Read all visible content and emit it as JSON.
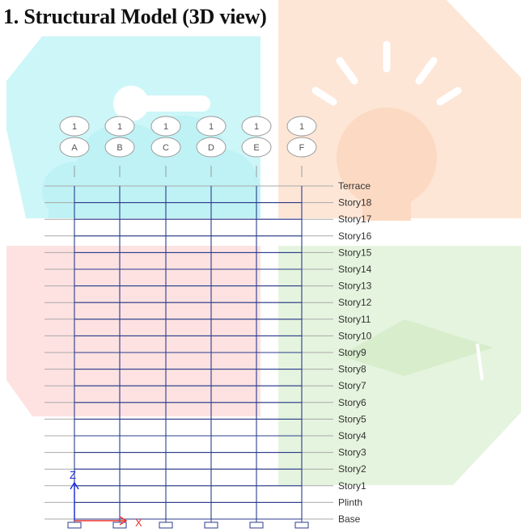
{
  "page": {
    "title": "1. Structural Model (3D view)"
  },
  "model": {
    "grid_ids": [
      {
        "number": "1",
        "letter": "A"
      },
      {
        "number": "1",
        "letter": "B"
      },
      {
        "number": "1",
        "letter": "C"
      },
      {
        "number": "1",
        "letter": "D"
      },
      {
        "number": "1",
        "letter": "E"
      },
      {
        "number": "1",
        "letter": "F"
      }
    ],
    "stories": [
      "Terrace",
      "Story18",
      "Story17",
      "Story16",
      "Story15",
      "Story14",
      "Story13",
      "Story12",
      "Story11",
      "Story10",
      "Story9",
      "Story8",
      "Story7",
      "Story6",
      "Story5",
      "Story4",
      "Story3",
      "Story2",
      "Story1",
      "Plinth",
      "Base"
    ],
    "axes": {
      "vertical": "Z",
      "horizontal": "X"
    }
  },
  "colors": {
    "frame": "#2b3c8e",
    "story_line": "#a9a9a9",
    "label": "#333333",
    "bubble": "#9a9a9a",
    "z_axis": "#1a2bdc",
    "x_axis": "#e8312a",
    "watermark_cyan": "#cdf6f8",
    "watermark_orange": "#fde6d6",
    "watermark_pink": "#fde2e1",
    "watermark_green": "#e5f4de"
  },
  "icons": {
    "support": "support-hinge-icon",
    "watermark": "education-logo-watermark"
  }
}
